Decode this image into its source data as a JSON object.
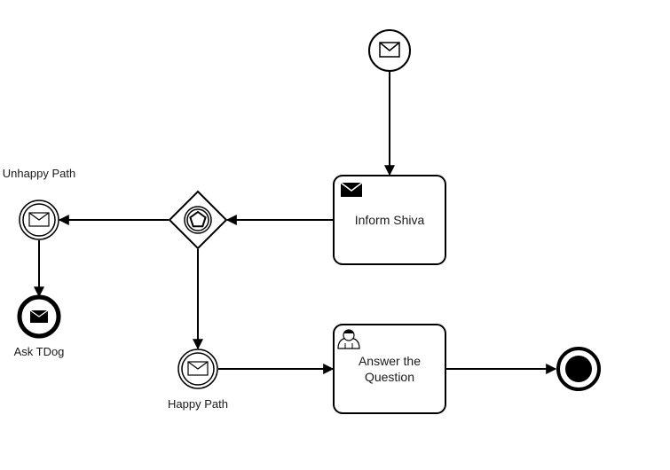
{
  "tasks": {
    "inform": {
      "label": "Inform Shiva",
      "type": "send-task"
    },
    "answer": {
      "label_line1": "Answer the",
      "label_line2": "Question",
      "type": "user-task"
    }
  },
  "events": {
    "start": {
      "type": "message-start-event"
    },
    "unhappy": {
      "label": "Unhappy Path",
      "type": "intermediate-message-event"
    },
    "happy": {
      "label": "Happy Path",
      "type": "intermediate-message-event"
    },
    "ask": {
      "label": "Ask TDog",
      "type": "message-end-event"
    },
    "end": {
      "type": "terminate-end-event"
    }
  },
  "gateway": {
    "type": "event-based-gateway"
  },
  "colors": {
    "stroke": "#000000",
    "fill": "#ffffff"
  }
}
